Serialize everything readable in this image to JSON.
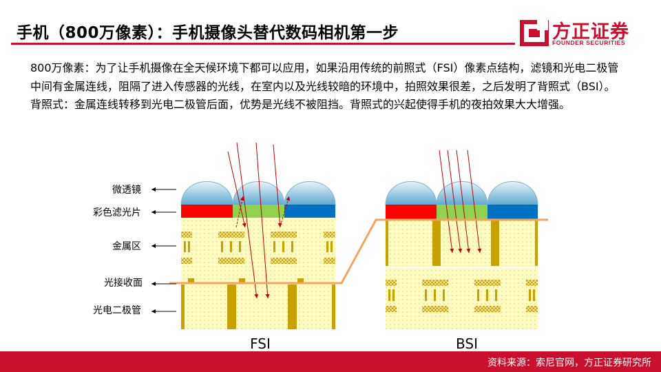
{
  "header": {
    "title": "手机（800万像素）：手机摄像头替代数码相机第一步"
  },
  "logo": {
    "name": "方正证券",
    "english": "FOUNDER SECURITIES",
    "color": "#c8102e"
  },
  "body": {
    "paragraph_1": "800万像素：为了让手机摄像在全天候环境下都可以应用，如果沿用传统的前照式（FSI）像素点结构，滤镜和光电二极管中间有金属连线，阻隔了进入传感器的光线，在室内以及光线较暗的环境中，拍照效果很差，之后发明了背照式（BSI）。",
    "paragraph_2": "背照式：金属连线转移到光电二极管后面，优势是光线不被阻挡。背照式的兴起使得手机的夜拍效果大大增强。"
  },
  "diagram": {
    "labels": {
      "microlens": "微透镜",
      "color_filter": "彩色滤光片",
      "metal_layer": "金属区",
      "light_receiving_surface": "光接收面",
      "photodiode": "光电二极管"
    },
    "fsi_caption": "FSI",
    "bsi_caption": "BSI",
    "colors": {
      "red_filter": "#ff0000",
      "green_filter": "#92d050",
      "blue_filter": "#0070c0",
      "substrate": "#fefbc0",
      "metal": "#c8a000",
      "light_ray": "#c00000",
      "surface_line": "#f4a460"
    }
  },
  "footer": {
    "source": "资料来源：索尼官网，方正证券研究所",
    "color": "#c8102e"
  }
}
